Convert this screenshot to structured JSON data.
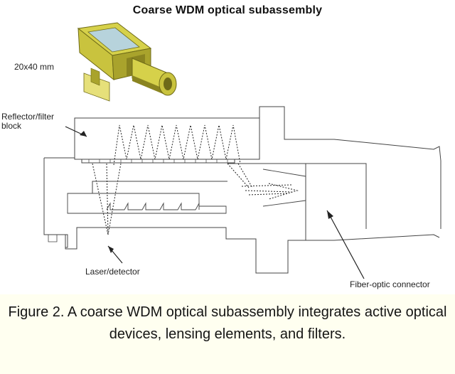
{
  "figure": {
    "title": "Coarse WDM optical subassembly",
    "labels": {
      "size": "20x40 mm",
      "reflector": "Reflector/filter block",
      "laser": "Laser/detector",
      "connector": "Fiber-optic connector"
    },
    "caption": "Figure 2. A coarse WDM optical subassembly integrates active optical devices, lensing elements, and filters.",
    "colors": {
      "line": "#444444",
      "housing_yellow": "#d6d14a",
      "housing_dark": "#8a8420",
      "window_blue": "#b7d3dc",
      "caption_bg": "#fffff0"
    }
  }
}
